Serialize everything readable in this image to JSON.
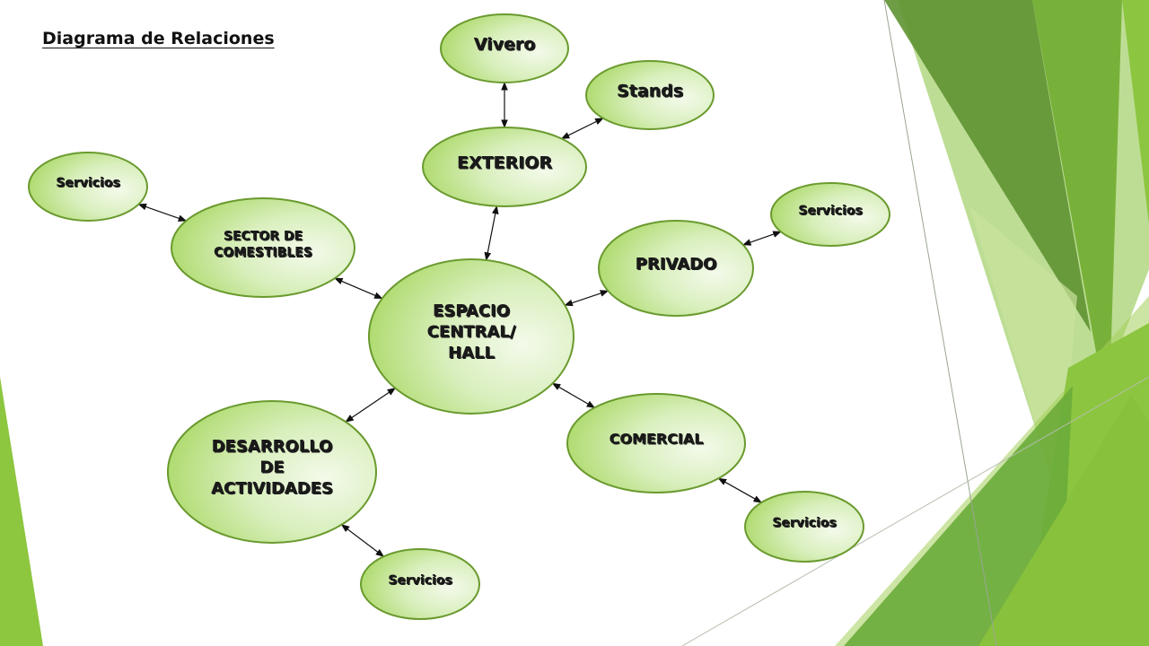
{
  "title": "Diagrama de Relaciones",
  "colors": {
    "node_stroke": "#6a9a2e",
    "node_fill_dark": "#a6d860",
    "node_fill_light": "#f1f9e6",
    "accent_green": "#8dc63f",
    "accent_dark_green": "#5e9232",
    "arrow": "#111111"
  },
  "nodes": {
    "vivero": {
      "label": [
        "Vivero"
      ]
    },
    "stands": {
      "label": [
        "Stands"
      ]
    },
    "exterior": {
      "label": [
        "EXTERIOR"
      ]
    },
    "servicios_privado": {
      "label": [
        "Servicios"
      ]
    },
    "privado": {
      "label": [
        "PRIVADO"
      ]
    },
    "servicios_comestibles": {
      "label": [
        "Servicios"
      ]
    },
    "sector_comestibles": {
      "label": [
        "SECTOR DE",
        "COMESTIBLES"
      ]
    },
    "espacio_central": {
      "label": [
        "ESPACIO",
        "CENTRAL/",
        "HALL"
      ]
    },
    "comercial": {
      "label": [
        "COMERCIAL"
      ]
    },
    "servicios_comercial": {
      "label": [
        "Servicios"
      ]
    },
    "desarrollo_actividades": {
      "label": [
        "DESARROLLO",
        "DE",
        "ACTIVIDADES"
      ]
    },
    "servicios_desarrollo": {
      "label": [
        "Servicios"
      ]
    }
  },
  "edges": [
    [
      "vivero",
      "exterior"
    ],
    [
      "stands",
      "exterior"
    ],
    [
      "exterior",
      "espacio_central"
    ],
    [
      "servicios_privado",
      "privado"
    ],
    [
      "privado",
      "espacio_central"
    ],
    [
      "servicios_comestibles",
      "sector_comestibles"
    ],
    [
      "sector_comestibles",
      "espacio_central"
    ],
    [
      "espacio_central",
      "comercial"
    ],
    [
      "comercial",
      "servicios_comercial"
    ],
    [
      "espacio_central",
      "desarrollo_actividades"
    ],
    [
      "desarrollo_actividades",
      "servicios_desarrollo"
    ]
  ]
}
